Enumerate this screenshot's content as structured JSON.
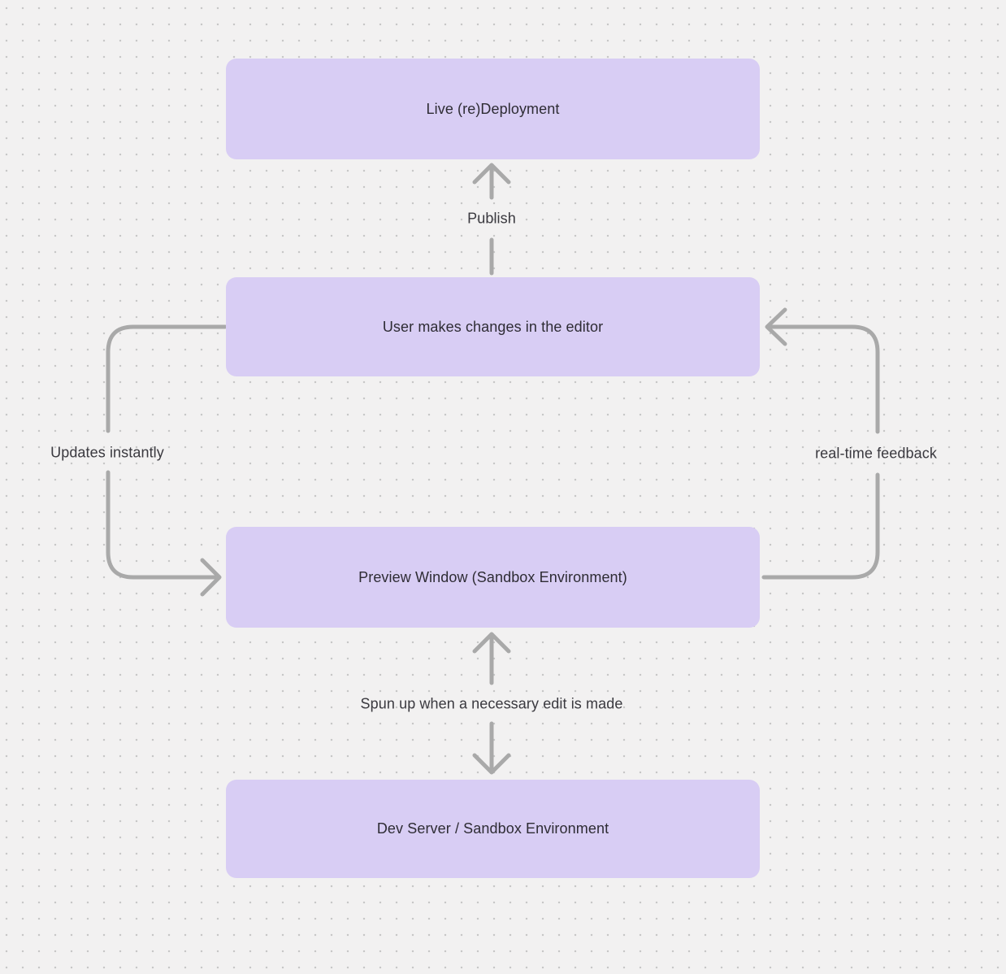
{
  "canvas": {
    "background_color": "#f2f1f1",
    "dot_color": "#c7c7c7",
    "node_fill_color": "#d8cdf4",
    "arrow_color": "#a9a9a9",
    "node_text_color": "#2e2c34",
    "label_text_color": "#3a393f"
  },
  "nodes": [
    {
      "id": "live-deployment",
      "label": "Live (re)Deployment"
    },
    {
      "id": "user-editor",
      "label": "User makes changes in the editor"
    },
    {
      "id": "preview-window",
      "label": "Preview Window (Sandbox Environment)"
    },
    {
      "id": "dev-server",
      "label": "Dev Server / Sandbox Environment"
    }
  ],
  "edge_labels": [
    {
      "id": "publish",
      "text": "Publish"
    },
    {
      "id": "updates-instantly",
      "text": "Updates instantly"
    },
    {
      "id": "real-time-feedback",
      "text": "real-time feedback"
    },
    {
      "id": "spun-up",
      "text": "Spun up when a necessary edit is made"
    }
  ]
}
